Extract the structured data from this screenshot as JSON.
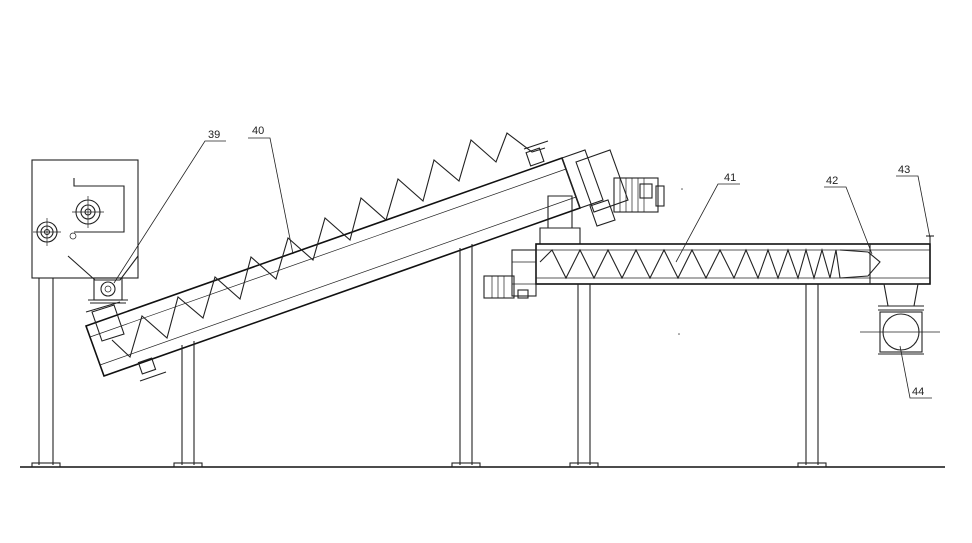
{
  "labels": {
    "l39": "39",
    "l40": "40",
    "l41": "41",
    "l42": "42",
    "l43": "43",
    "l44": "44"
  }
}
